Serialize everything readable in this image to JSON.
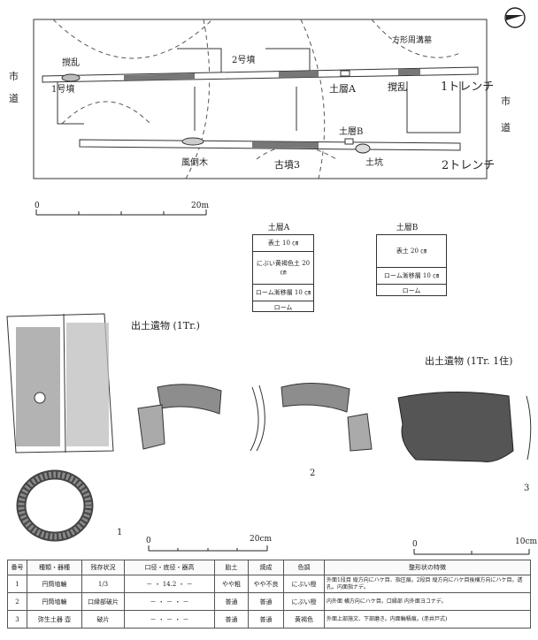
{
  "map": {
    "compass": "north-arrow-icon",
    "labels": {
      "city_road_left_1": "市",
      "city_road_left_2": "道",
      "city_road_right_1": "市",
      "city_road_right_2": "道",
      "disturb_1": "撹乱",
      "tomb_1": "1号墳",
      "tomb_2": "2号墳",
      "square_moat": "方形周溝墓",
      "layer_a": "土層A",
      "disturb_2": "撹乱",
      "trench_1": "1トレンチ",
      "layer_b": "土層B",
      "fallen_tree": "風倒木",
      "kofun_3": "古墳3",
      "pit": "土坑",
      "trench_2": "2トレンチ"
    },
    "scale": {
      "start": "0",
      "end": "20m"
    }
  },
  "soil_a": {
    "title": "土層A",
    "layers": [
      "表土 10 ㎝",
      "にぶい黄褐色土 20 ㎝",
      "ローム漸移層 10 ㎝",
      "ローム"
    ]
  },
  "soil_b": {
    "title": "土層B",
    "layers": [
      "表土 20 ㎝",
      "ローム漸移層 10 ㎝",
      "ローム"
    ]
  },
  "artifacts": {
    "title_1tr": "出土遺物 (1Tr.)",
    "title_1tr_house": "出土遺物 (1Tr. 1住)",
    "num_1": "1",
    "num_2": "2",
    "num_3": "3",
    "scale_20": {
      "start": "0",
      "end": "20cm"
    },
    "scale_10": {
      "start": "0",
      "end": "10cm"
    }
  },
  "table": {
    "headers": [
      "番号",
      "種類・器種",
      "残存状況",
      "口径・底径・器高",
      "胎土",
      "焼成",
      "色調",
      "整形状の特徴"
    ],
    "rows": [
      [
        "1",
        "円筒埴輪",
        "1/3",
        "－ ・ 14.2 ・ －",
        "やや粗",
        "やや不良",
        "にぶい橙",
        "外面1段目 縦方向にハケ目、指圧痕。2段目 縦方向にハケ目後横方向にハケ目。透孔。内面指ナデ。"
      ],
      [
        "2",
        "円筒埴輪",
        "口縁部破片",
        "－ ・ － ・ －",
        "普通",
        "普通",
        "にぶい橙",
        "内外面 横方向にハケ目。口縁部 内外面ヨコナデ。"
      ],
      [
        "3",
        "弥生土器 壺",
        "破片",
        "－ ・ － ・ －",
        "普通",
        "普通",
        "黄褐色",
        "外面上部施文、下部磨き。内面輪積痕。(赤井戸式)"
      ]
    ]
  }
}
